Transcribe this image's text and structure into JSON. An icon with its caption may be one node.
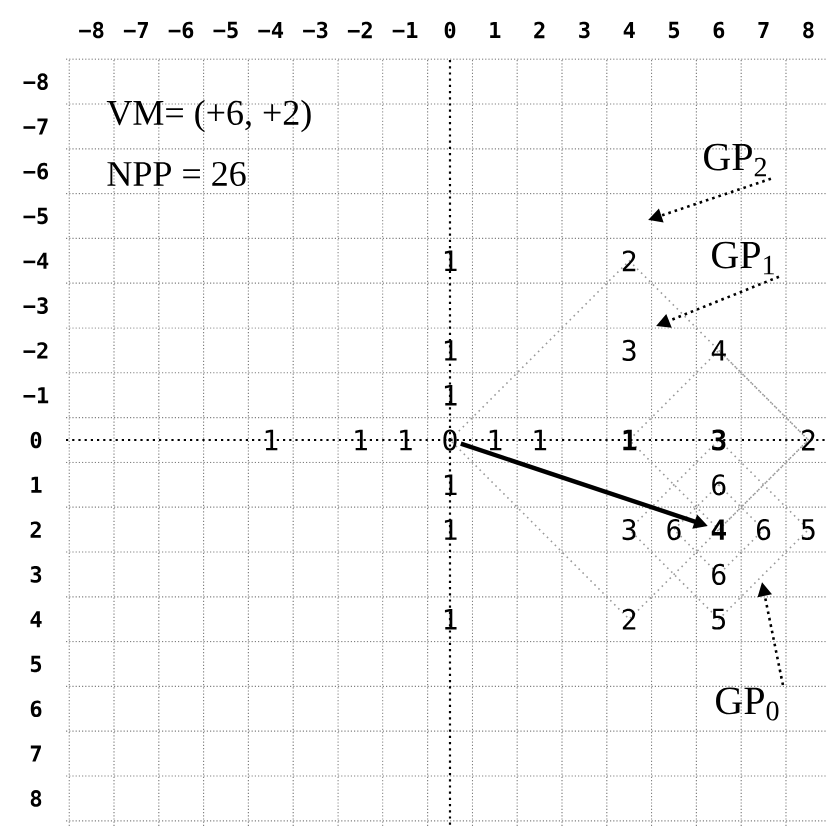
{
  "diagram": {
    "nodes": [
      {
        "text": [
          "0"
        ]
      },
      {
        "text": [
          "4"
        ]
      },
      {
        "text": [
          "GP$_{2}$"
        ]
      },
      {
        "text": [
          "GP$_{1}$"
        ]
      },
      {
        "text": [
          "GP$_{0}$"
        ]
      }
    ],
    "edges": [
      {
        "from": 0,
        "to": 1,
        "arrow": "to"
      },
      {
        "from": 2,
        "to": null,
        "arrow": "to",
        "style": "dashed"
      },
      {
        "from": 3,
        "to": null,
        "arrow": "to",
        "style": "dashed"
      },
      {
        "from": 4,
        "to": null,
        "arrow": "to",
        "style": "dashed"
      }
    ],
    "labels": [
      "−8",
      "−7",
      "−6",
      "−5",
      "−4",
      "−3",
      "−2",
      "−1",
      "0",
      "1",
      "2",
      "3",
      "4",
      "5",
      "6",
      "7",
      "8",
      "−8",
      "−7",
      "−6",
      "−5",
      "−4",
      "−3",
      "−2",
      "−1",
      "0",
      "1",
      "2",
      "3",
      "4",
      "5",
      "6",
      "7",
      "8",
      "VM= (+6, +2)",
      "NPP = 26",
      "1",
      "2",
      "1",
      "3",
      "4",
      "1",
      "1",
      "1",
      "1",
      "1",
      "1",
      "1",
      "3",
      "2",
      "1",
      "6",
      "1",
      "3",
      "6",
      "6",
      "5",
      "6",
      "1",
      "2",
      "5"
    ]
  }
}
